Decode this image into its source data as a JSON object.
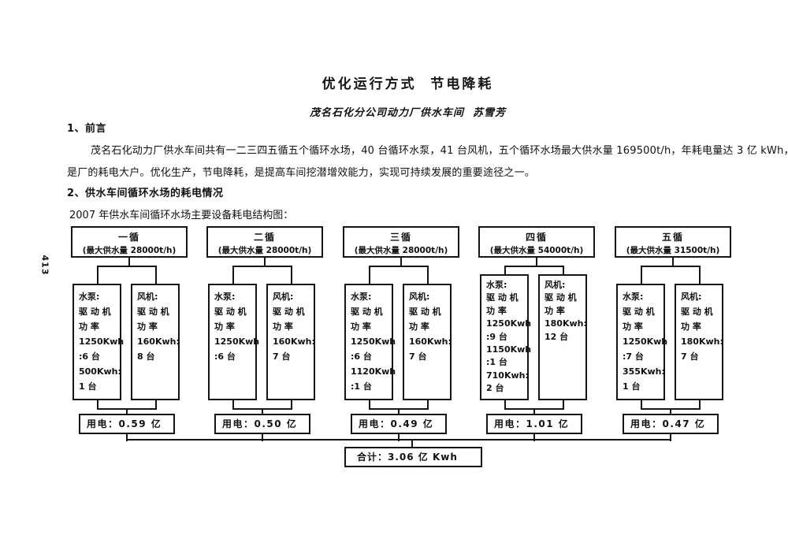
{
  "page": {
    "margin_label": "413",
    "title": "优化运行方式  节电降耗",
    "byline": "茂名石化分公司动力厂供水车间  苏雪芳",
    "section1": {
      "heading": "1、前言",
      "line1": "茂名石化动力厂供水车间共有一二三四五循五个循环水场，40 台循环水泵，41 台风机，五个循环水场最大供水量 169500t/h，年耗电量达 3 亿 kWh，",
      "line2": "是厂的耗电大户。优化生产，节电降耗，是提高车间挖潜增效能力，实现可持续发展的重要途径之一。"
    },
    "section2": {
      "heading": "2、供水车间循环水场的耗电情况",
      "caption": "2007 年供水车间循环水场主要设备耗电结构图："
    }
  },
  "diagram": {
    "groups": [
      {
        "name": "一循",
        "capacity": "(最大供水量 28000t/h)",
        "pump": "水泵:\n驱 动 机\n功  率\n1250Kwh\n:6 台\n500Kwh:\n1 台",
        "fan": "风机:\n驱 动 机\n功  率\n160Kwh:\n8 台",
        "usage": "用电：0.59 亿"
      },
      {
        "name": "二循",
        "capacity": "(最大供水量 28000t/h)",
        "pump": "水泵:\n驱 动 机\n功  率\n1250Kwh\n:6 台",
        "fan": "风机:\n驱 动 机\n功  率\n160Kwh:\n7 台",
        "usage": "用电：0.50 亿"
      },
      {
        "name": "三循",
        "capacity": "(最大供水量 28000t/h)",
        "pump": "水泵:\n驱 动 机\n功  率\n1250Kwh\n:6 台\n1120Kwh\n:1 台",
        "fan": "风机:\n驱 动 机\n功  率\n160Kwh:\n7 台",
        "usage": "用电：0.49 亿"
      },
      {
        "name": "四循",
        "capacity": "(最大供水量 54000t/h)",
        "pump": "水泵:\n驱 动 机\n功  率\n1250Kwh\n:9  台\n1150Kwh\n:1 台\n710Kwh:\n2 台",
        "fan": "风机:\n驱 动 机\n功  率\n180Kwh:\n12 台",
        "usage": "用电：1.01 亿"
      },
      {
        "name": "五循",
        "capacity": "(最大供水量 31500t/h)",
        "pump": "水泵:\n驱 动 机\n功  率\n1250Kwh\n:7 台\n355Kwh:\n1 台",
        "fan": "风机:\n驱 动 机\n功  率\n180Kwh:\n7 台",
        "usage": "用电：0.47 亿"
      }
    ],
    "total": "合计：3.06 亿 Kwh"
  }
}
